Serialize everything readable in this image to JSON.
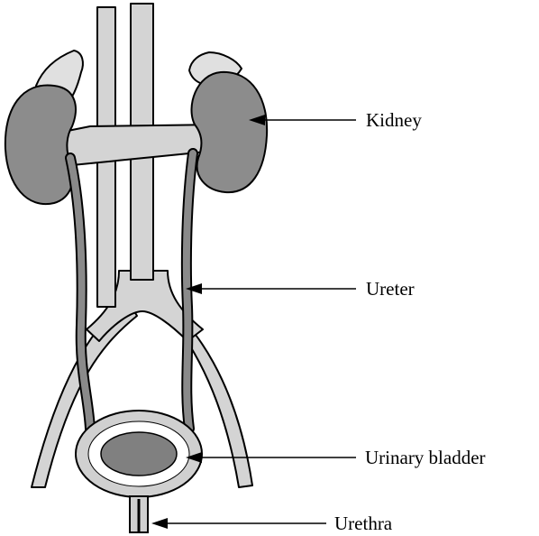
{
  "labels": {
    "kidney": "Kidney",
    "ureter": "Ureter",
    "urinary_bladder": "Urinary bladder",
    "urethra": "Urethra"
  },
  "colors": {
    "kidney_fill": "#8c8c8c",
    "vessel_fill": "#d4d4d4",
    "bladder_wall": "#d0d0d0",
    "bladder_lumen": "#808080",
    "outline": "#000000"
  }
}
